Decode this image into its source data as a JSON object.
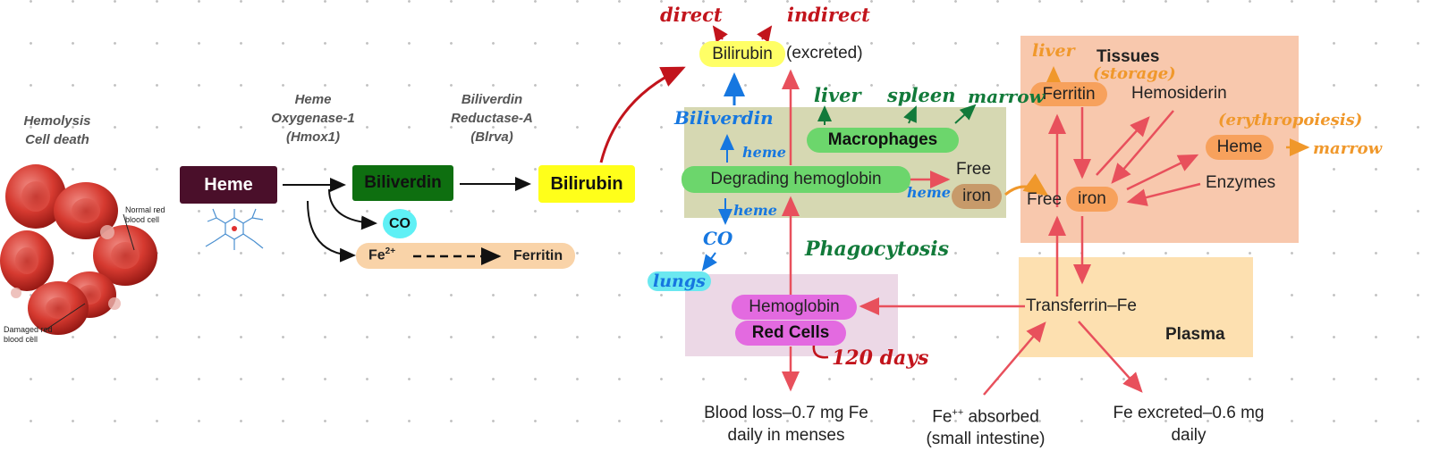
{
  "left": {
    "hemolysis_line1": "Hemolysis",
    "hemolysis_line2": "Cell death",
    "heme_oxygenase_line1": "Heme",
    "heme_oxygenase_line2": "Oxygenase-1",
    "heme_oxygenase_line3": "(Hmox1)",
    "biliverdin_reductase_line1": "Biliverdin",
    "biliverdin_reductase_line2": "Reductase-A",
    "biliverdin_reductase_line3": "(Blrva)",
    "rbc_normal_line1": "Normal red",
    "rbc_normal_line2": "blood cell",
    "rbc_damaged_line1": "Damaged red",
    "rbc_damaged_line2": "blood cell",
    "heme_box": "Heme",
    "biliverdin_box": "Biliverdin",
    "bilirubin_box": "Bilirubin",
    "co_label": "CO",
    "fe_label": "Fe",
    "fe_superscript": "2+",
    "ferritin_label": "Ferritin",
    "colors": {
      "heme": "#4a0f2a",
      "biliverdin": "#0e6f10",
      "bilirubin": "#ffff1a",
      "co": "#5ff0f5",
      "ferritin_bar": "#f9d3a8"
    }
  },
  "right": {
    "bilirubin": "Bilirubin",
    "excreted": "(excreted)",
    "degrading_hemoglobin": "Degrading hemoglobin",
    "macrophages": "Macrophages",
    "free_line1": "Free",
    "iron_pill": "iron",
    "hemoglobin": "Hemoglobin",
    "red_cells": "Red Cells",
    "tissues": "Tissues",
    "ferritin": "Ferritin",
    "hemosiderin": "Hemosiderin",
    "heme": "Heme",
    "enzymes": "Enzymes",
    "free_iron_free": "Free",
    "free_iron_iron": "iron",
    "transferrin": "Transferrin–Fe",
    "plasma": "Plasma",
    "blood_loss_line1": "Blood loss–0.7 mg Fe",
    "blood_loss_line2": "daily in menses",
    "fe_absorbed_main": "Fe",
    "fe_absorbed_sup": "++",
    "fe_absorbed_rest": " absorbed",
    "fe_absorbed_line2": "(small intestine)",
    "fe_excreted_line1": "Fe excreted–0.6 mg",
    "fe_excreted_line2": "daily",
    "colors": {
      "macrophage_box": "#d6d8b2",
      "tissues_box": "#f8c8ad",
      "plasma_box": "#fde0b0",
      "red_cells_box": "#ecd8e6",
      "arrow": "#e8505c"
    }
  },
  "handwritten": {
    "direct": "direct",
    "indirect": "indirect",
    "biliverdin": "Biliverdin",
    "heme_1": "heme",
    "heme_2": "heme",
    "heme_3": "heme",
    "co": "CO",
    "lungs": "lungs",
    "liver_1": "liver",
    "spleen": "spleen",
    "marrow_1": "marrow",
    "phagocytosis": "Phagocytosis",
    "days_120": "120 days",
    "liver_2": "liver",
    "storage": "(storage)",
    "erythropoiesis": "(erythropoiesis)",
    "marrow_2": "marrow"
  }
}
